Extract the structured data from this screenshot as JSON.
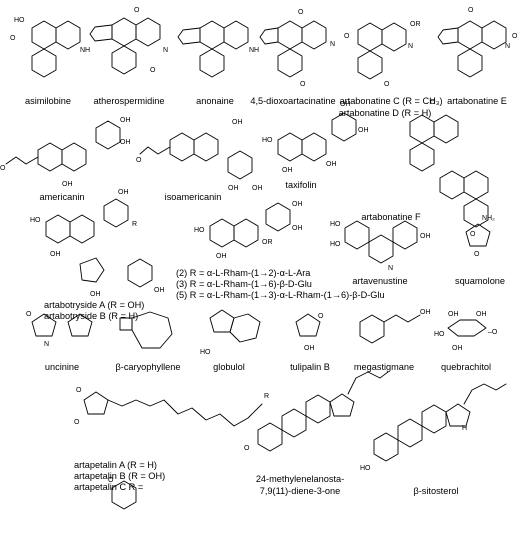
{
  "compounds": {
    "asimilobine": "asimilobine",
    "atherospermidine": "atherospermidine",
    "anonaine": "anonaine",
    "dioxoartacinatine": "4,5-dioxoartacinatine",
    "artabonatine_c": "artabonatine C  (R = CH₃)",
    "artabonatine_d": "artabonatine D  (R = H)",
    "artabonatine_e": "artabonatine E",
    "americanin": "americanin",
    "isoamericanin": "isoamericanin",
    "taxifolin": "taxifolin",
    "artabonatine_f": "artabonatine F",
    "artabotryside_a": "artabotryside A  (R = OH)",
    "artabotryside_b": "artabotryside B  (R = H)",
    "glycoside_2": "(2) R = α-L-Rham-(1→2)-α-L-Ara",
    "glycoside_3": "(3) R = α-L-Rham-(1→6)-β-D-Glu",
    "glycoside_5": "(5) R = α-L-Rham-(1→3)-α-L-Rham-(1→6)-β-D-Glu",
    "artavenustine": "artavenustine",
    "squamolone": "squamolone",
    "uncinine": "uncinine",
    "caryophyllene": "β-caryophyllene",
    "globulol": "globulol",
    "tulipalin_b": "tulipalin B",
    "megastigmane": "megastigmane",
    "quebrachitol": "quebrachitol",
    "artapetalin_a": "artapetalin A   (R = H)",
    "artapetalin_b": "artapetalin B   (R = OH)",
    "artapetalin_c": "artapetalin C   R =",
    "methylenelanosta_1": "24-methylenelanosta-",
    "methylenelanosta_2": "7,9(11)-diene-3-one",
    "sitosterol": "β-sitosterol"
  },
  "atoms": {
    "ho": "HO",
    "oh": "OH",
    "o": "O",
    "nh": "NH",
    "n": "N",
    "or": "OR",
    "r": "R",
    "nh2": "NH₂",
    "h": "H",
    "me_o": "–O"
  }
}
